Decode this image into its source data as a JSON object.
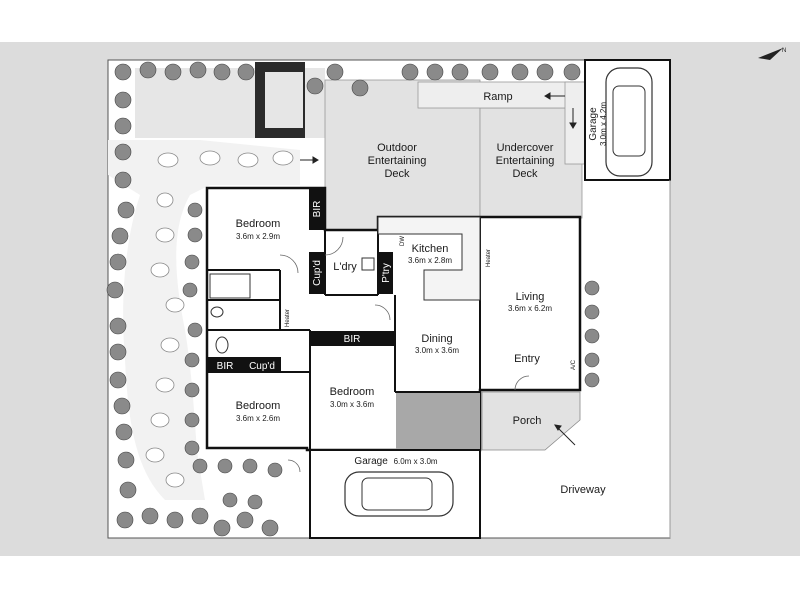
{
  "colors": {
    "background": "#dcdcdc",
    "outer": "#ffffff",
    "deck": "#e2e2e2",
    "path": "#f2f2f2",
    "dark_block": "#2b2b2b",
    "label_block": "#111111",
    "shaded_floor": "#a8a8a8"
  },
  "rooms": {
    "bedroom1": {
      "name": "Bedroom",
      "dims": "3.6m x 2.9m"
    },
    "bedroom2": {
      "name": "Bedroom",
      "dims": "3.6m x 2.6m"
    },
    "bedroom3": {
      "name": "Bedroom",
      "dims": "3.0m x 3.6m"
    },
    "laundry": {
      "name": "L'dry"
    },
    "kitchen": {
      "name": "Kitchen",
      "dims": "3.6m x 2.8m"
    },
    "living": {
      "name": "Living",
      "dims": "3.6m x 6.2m"
    },
    "dining": {
      "name": "Dining",
      "dims": "3.0m x 3.6m"
    },
    "entry": {
      "name": "Entry"
    },
    "porch": {
      "name": "Porch"
    },
    "garage_main": {
      "name": "Garage",
      "dims": "6.0m x 3.0m"
    },
    "garage_side": {
      "name": "Garage",
      "dims": "3.0m x 4.2m"
    },
    "outdoor_deck": {
      "line1": "Outdoor",
      "line2": "Entertaining",
      "line3": "Deck"
    },
    "undercover_deck": {
      "line1": "Undercover",
      "line2": "Entertaining",
      "line3": "Deck"
    },
    "ramp": {
      "name": "Ramp"
    },
    "driveway": {
      "name": "Driveway"
    }
  },
  "fixtures": {
    "bir1": "BIR",
    "bir2": "BIR",
    "bir3": "BIR",
    "cupd1": "Cup'd",
    "cupd2": "Cup'd",
    "pantry": "P'try",
    "heater1": "Heater",
    "heater2": "Heater",
    "dw": "DW",
    "ac": "A/C"
  }
}
